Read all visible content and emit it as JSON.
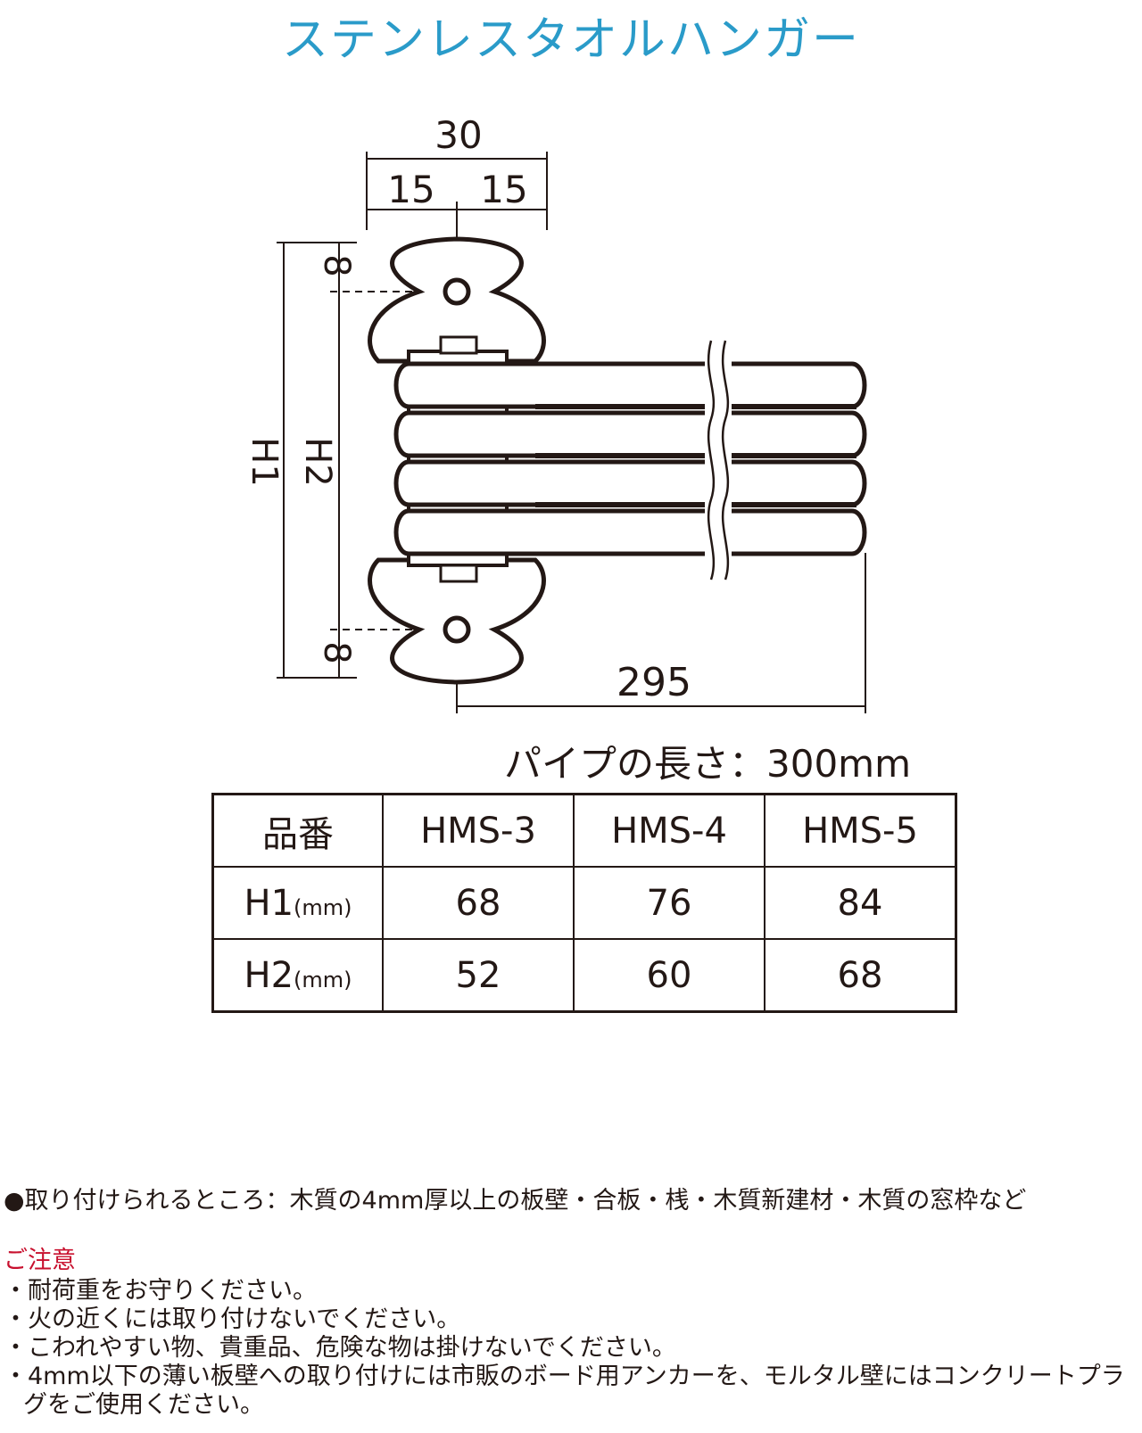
{
  "title": "ステンレスタオルハンガー",
  "dimensions": {
    "width_total": "30",
    "half_left": "15",
    "half_right": "15",
    "offset_top": "8",
    "offset_bottom": "8",
    "label_h1": "H1",
    "label_h2": "H2",
    "length": "295"
  },
  "pipe_length": "パイプの長さ：300mm",
  "table": {
    "header_label": "品番",
    "models": [
      "HMS-3",
      "HMS-4",
      "HMS-5"
    ],
    "rows": [
      {
        "label": "H1",
        "unit": "(mm)",
        "values": [
          "68",
          "76",
          "84"
        ]
      },
      {
        "label": "H2",
        "unit": "(mm)",
        "values": [
          "52",
          "60",
          "68"
        ]
      }
    ]
  },
  "mounting": "●取り付けられるところ：木質の4mm厚以上の板壁・合板・桟・木質新建材・木質の窓枠など",
  "caution": {
    "title": "ご注意",
    "items": [
      "・耐荷重をお守りください。",
      "・火の近くには取り付けないでください。",
      "・こわれやすい物、貴重品、危険な物は掛けないでください。",
      "・4mm以下の薄い板壁への取り付けには市販のボード用アンカーを、モルタル壁にはコンクリートプラグをご使用ください。"
    ]
  },
  "colors": {
    "title": "#2a9bc9",
    "caution": "#c8102e",
    "line": "#231815"
  }
}
